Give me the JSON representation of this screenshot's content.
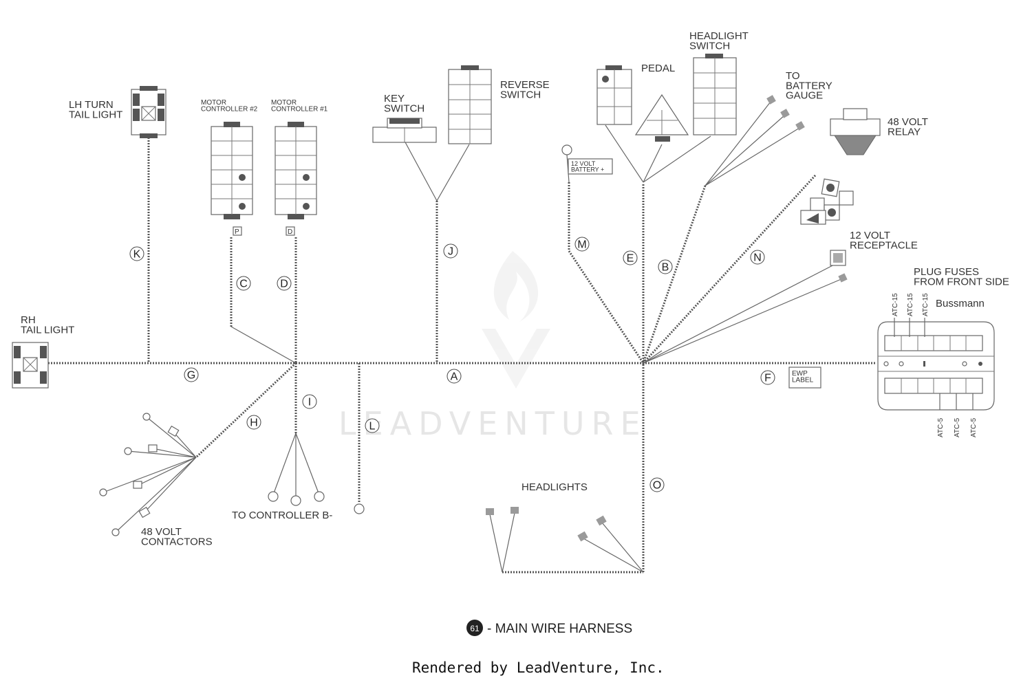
{
  "diagram": {
    "components": {
      "lh_turn_tail_light": "LH TURN\nTAIL LIGHT",
      "rh_tail_light": "RH\nTAIL LIGHT",
      "motor_controller_2": "MOTOR\nCONTROLLER #2",
      "motor_controller_1": "MOTOR\nCONTROLLER #1",
      "key_switch": "KEY\nSWITCH",
      "reverse_switch": "REVERSE\nSWITCH",
      "pedal": "PEDAL",
      "headlight_switch": "HEADLIGHT\nSWITCH",
      "to_battery_gauge": "TO\nBATTERY\nGAUGE",
      "relay_48v": "48 VOLT\nRELAY",
      "receptacle_12v": "12 VOLT\nRECEPTACLE",
      "plug_fuses": "PLUG FUSES\nFROM FRONT SIDE",
      "fuse_brand": "Bussmann",
      "battery_12v": "12 VOLT\nBATTERY +",
      "ewp_label": "EWP\nLABEL",
      "headlights": "HEADLIGHTS",
      "to_controller_b": "TO CONTROLLER B-",
      "contactors_48v": "48 VOLT\nCONTACTORS",
      "tag_p": "P",
      "tag_d": "D"
    },
    "fuse_labels_top": [
      "ATC-15",
      "ATC-15",
      "ATC-15"
    ],
    "fuse_labels_bottom": [
      "ATC-5",
      "ATC-5",
      "ATC-5"
    ],
    "branches": [
      "A",
      "B",
      "C",
      "D",
      "E",
      "F",
      "G",
      "H",
      "I",
      "J",
      "K",
      "L",
      "M",
      "N",
      "O"
    ],
    "caption": {
      "number": "61",
      "title": "- MAIN WIRE HARNESS"
    },
    "footer": "Rendered by LeadVenture, Inc.",
    "watermark": "LEADVENTURE"
  }
}
